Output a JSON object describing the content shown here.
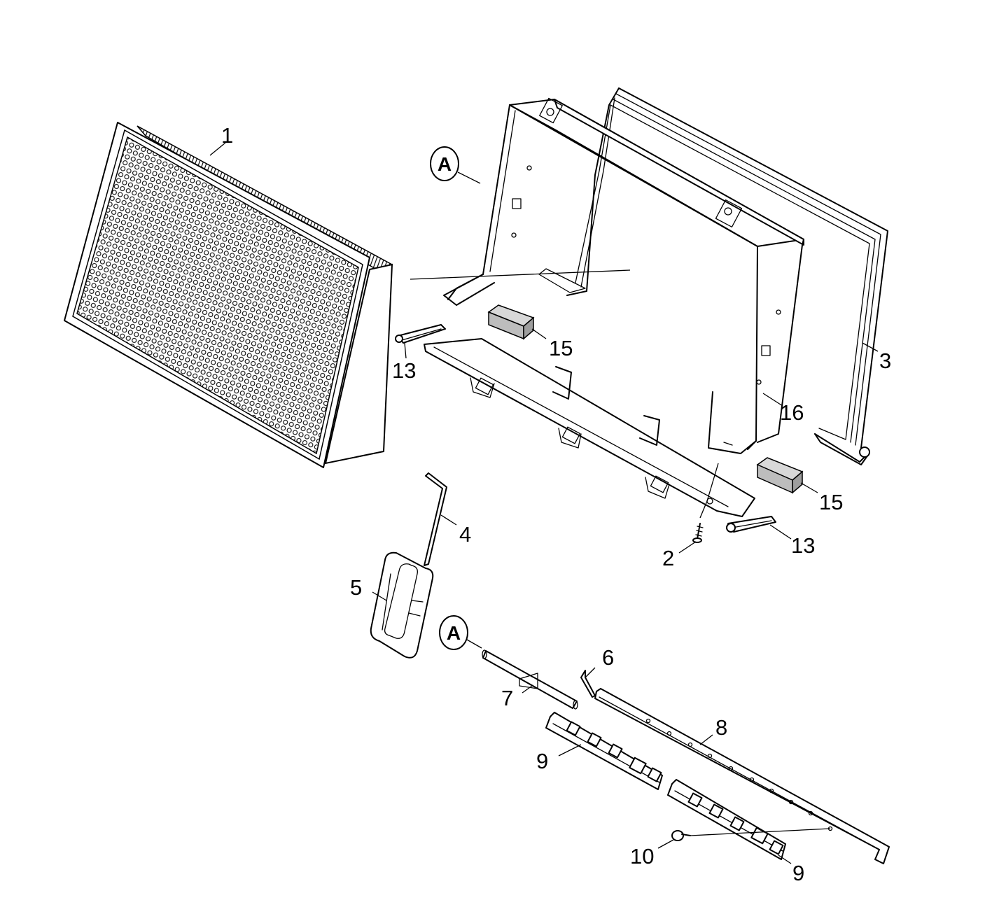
{
  "callouts": {
    "c1": "1",
    "c2": "2",
    "c3": "3",
    "c4": "4",
    "c5": "5",
    "c6": "6",
    "c7": "7",
    "c8": "8",
    "c9a": "9",
    "c9b": "9",
    "c10": "10",
    "c13a": "13",
    "c13b": "13",
    "c15a": "15",
    "c15b": "15",
    "c16": "16"
  },
  "reference_marks": {
    "ref_a_top": "A",
    "ref_a_bottom": "A"
  },
  "colors": {
    "line": "#000000",
    "block_fill": "#cccccc",
    "background": "#ffffff"
  }
}
